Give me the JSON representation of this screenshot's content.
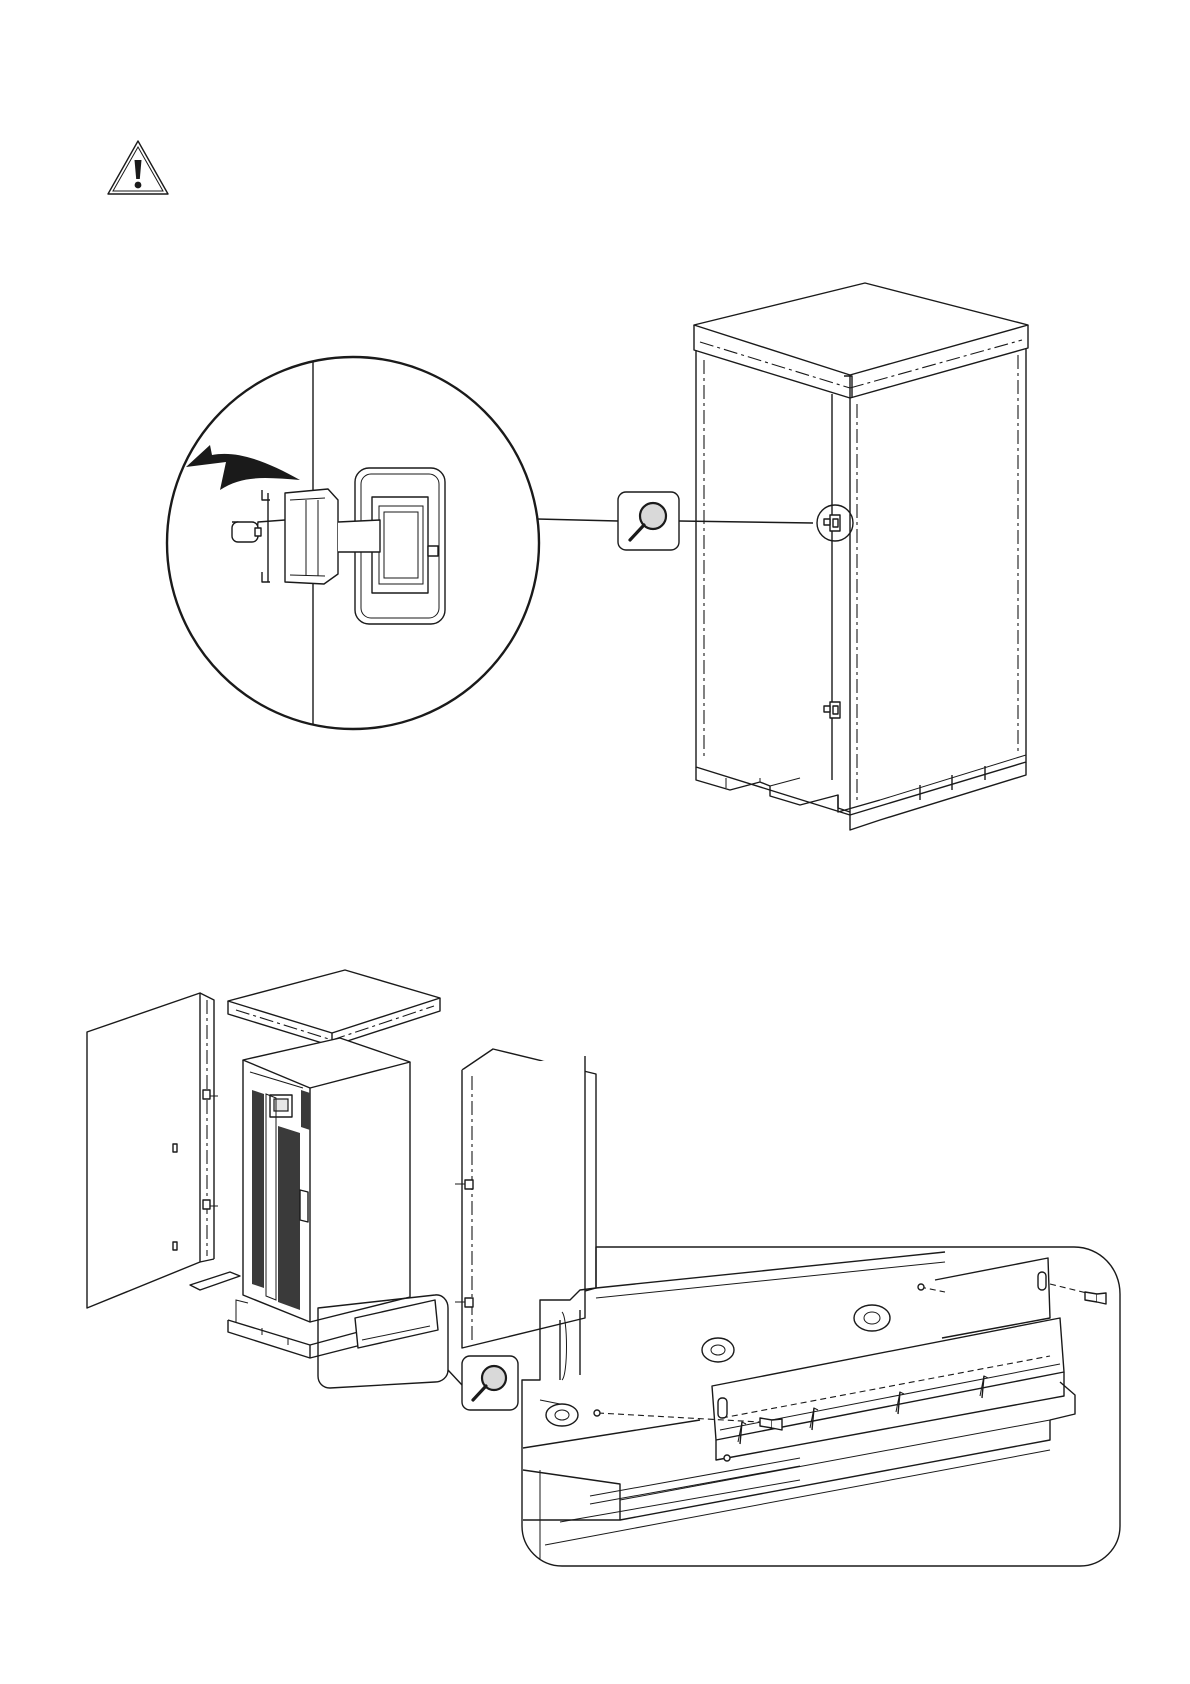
{
  "icons": {
    "warning": "warning-triangle-icon",
    "magnifier": "magnifier-icon",
    "rotate_arrow": "curved-arrow-icon"
  },
  "figures": [
    {
      "id": "unlock-door-latch",
      "parts": [
        "packaging-crate-on-pallet",
        "detail-callout-latch"
      ]
    },
    {
      "id": "remove-packaging-panels",
      "parts": [
        "left-panel",
        "top-cover",
        "ups-cabinet",
        "right-panel",
        "detail-callout-bracket"
      ]
    }
  ],
  "colors": {
    "line": "#1a1a1a",
    "background": "#ffffff",
    "magnifier_lens": "#d9d9d9"
  }
}
